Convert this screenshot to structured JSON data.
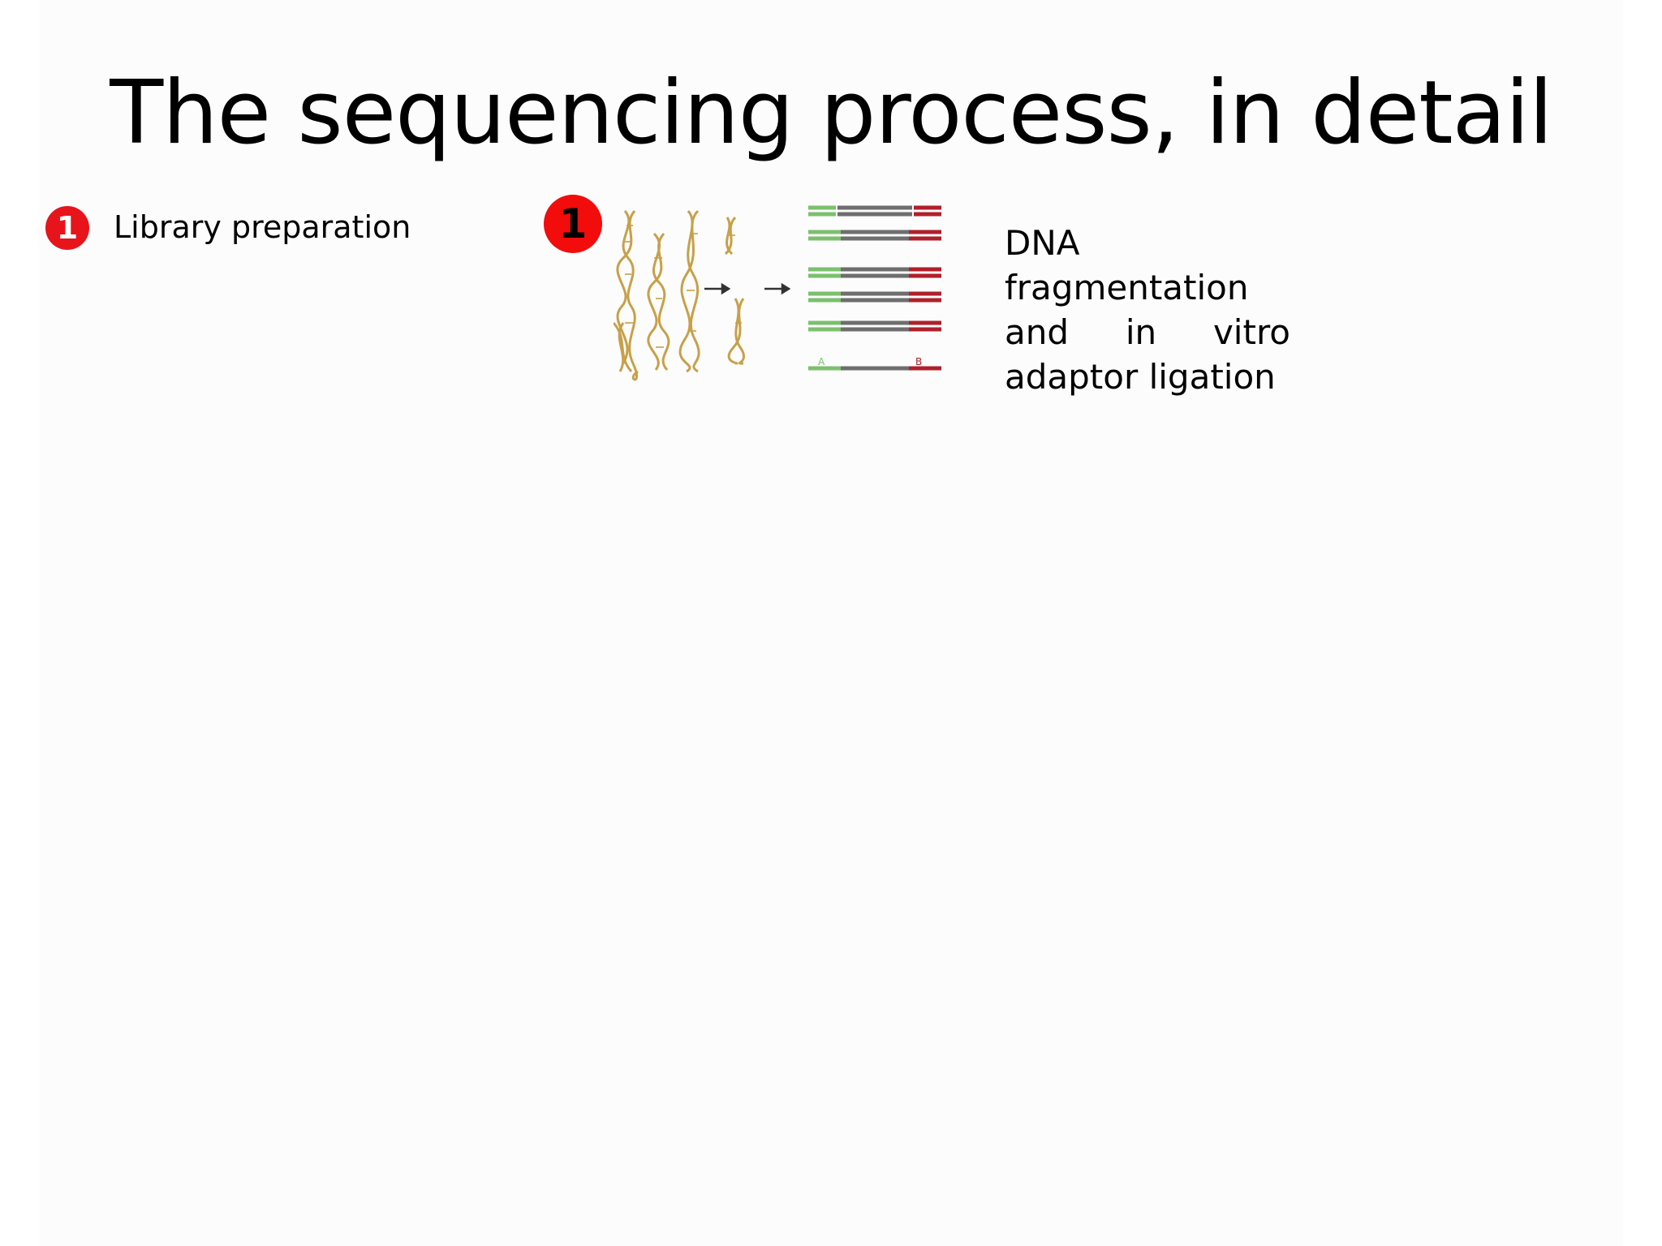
{
  "slide": {
    "title": "The sequencing process, in detail"
  },
  "bullet": {
    "number": "1",
    "label": "Library preparation"
  },
  "step": {
    "number": "1",
    "figure": {
      "left_label": "A",
      "right_label": "B",
      "colors": {
        "adaptor_a": "#7cc06e",
        "insert": "#6e6e6e",
        "adaptor_b": "#b0202a",
        "dna": "#c8a04a"
      }
    },
    "description": {
      "line1": "DNA",
      "line2": "fragmentation",
      "line3_word1": "and",
      "line3_word2": "in",
      "line3_word3": "vitro",
      "line4": "adaptor ligation"
    }
  },
  "colors": {
    "accent_red": "#e8141b"
  }
}
